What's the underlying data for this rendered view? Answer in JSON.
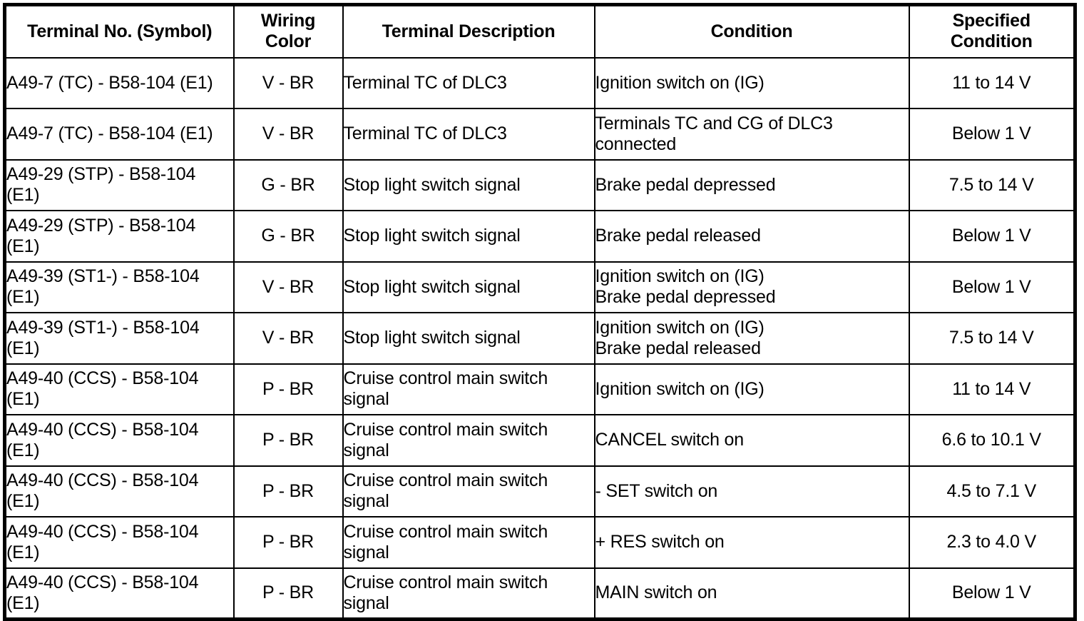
{
  "table": {
    "headers": [
      "Terminal No. (Symbol)",
      "Wiring Color",
      "Terminal Description",
      "Condition",
      "Specified Condition"
    ],
    "header_lines": {
      "terminal": [
        "Terminal No. (Symbol)"
      ],
      "color": [
        "Wiring",
        "Color"
      ],
      "description": [
        "Terminal Description"
      ],
      "condition": [
        "Condition"
      ],
      "specified": [
        "Specified",
        "Condition"
      ]
    },
    "rows": [
      {
        "terminal_lines": [
          "A49-7 (TC) - B58-104 (E1)"
        ],
        "wiring_color": "V - BR",
        "description_lines": [
          "Terminal TC of DLC3"
        ],
        "condition_lines": [
          "Ignition switch on (IG)"
        ],
        "specified_condition": "11 to 14 V"
      },
      {
        "terminal_lines": [
          "A49-7 (TC) - B58-104 (E1)"
        ],
        "wiring_color": "V - BR",
        "description_lines": [
          "Terminal TC of DLC3"
        ],
        "condition_lines": [
          "Terminals TC and CG of DLC3",
          "connected"
        ],
        "specified_condition": "Below 1 V"
      },
      {
        "terminal_lines": [
          "A49-29 (STP) - B58-104",
          "(E1)"
        ],
        "wiring_color": "G - BR",
        "description_lines": [
          "Stop light switch signal"
        ],
        "condition_lines": [
          "Brake pedal depressed"
        ],
        "specified_condition": "7.5 to 14 V"
      },
      {
        "terminal_lines": [
          "A49-29 (STP) - B58-104",
          "(E1)"
        ],
        "wiring_color": "G - BR",
        "description_lines": [
          "Stop light switch signal"
        ],
        "condition_lines": [
          "Brake pedal released"
        ],
        "specified_condition": "Below 1 V"
      },
      {
        "terminal_lines": [
          "A49-39 (ST1-) - B58-104",
          "(E1)"
        ],
        "wiring_color": "V - BR",
        "description_lines": [
          "Stop light switch signal"
        ],
        "condition_lines": [
          "Ignition switch on (IG)",
          "Brake pedal depressed"
        ],
        "specified_condition": "Below 1 V"
      },
      {
        "terminal_lines": [
          "A49-39 (ST1-) - B58-104",
          "(E1)"
        ],
        "wiring_color": "V - BR",
        "description_lines": [
          "Stop light switch signal"
        ],
        "condition_lines": [
          "Ignition switch on (IG)",
          "Brake pedal released"
        ],
        "specified_condition": "7.5 to 14 V"
      },
      {
        "terminal_lines": [
          "A49-40 (CCS) - B58-104",
          "(E1)"
        ],
        "wiring_color": "P - BR",
        "description_lines": [
          "Cruise control main switch",
          "signal"
        ],
        "condition_lines": [
          "Ignition switch on (IG)"
        ],
        "specified_condition": "11 to 14 V"
      },
      {
        "terminal_lines": [
          "A49-40 (CCS) - B58-104",
          "(E1)"
        ],
        "wiring_color": "P - BR",
        "description_lines": [
          "Cruise control main switch",
          "signal"
        ],
        "condition_lines": [
          "CANCEL switch on"
        ],
        "specified_condition": "6.6 to 10.1 V"
      },
      {
        "terminal_lines": [
          "A49-40 (CCS) - B58-104",
          "(E1)"
        ],
        "wiring_color": "P - BR",
        "description_lines": [
          "Cruise control main switch",
          "signal"
        ],
        "condition_lines": [
          "- SET switch on"
        ],
        "specified_condition": "4.5 to 7.1 V"
      },
      {
        "terminal_lines": [
          "A49-40 (CCS) - B58-104",
          "(E1)"
        ],
        "wiring_color": "P - BR",
        "description_lines": [
          "Cruise control main switch",
          "signal"
        ],
        "condition_lines": [
          "+ RES switch on"
        ],
        "specified_condition": "2.3 to 4.0 V"
      },
      {
        "terminal_lines": [
          "A49-40 (CCS) - B58-104",
          "(E1)"
        ],
        "wiring_color": "P - BR",
        "description_lines": [
          "Cruise control main switch",
          "signal"
        ],
        "condition_lines": [
          "MAIN switch on"
        ],
        "specified_condition": "Below 1 V"
      }
    ]
  }
}
